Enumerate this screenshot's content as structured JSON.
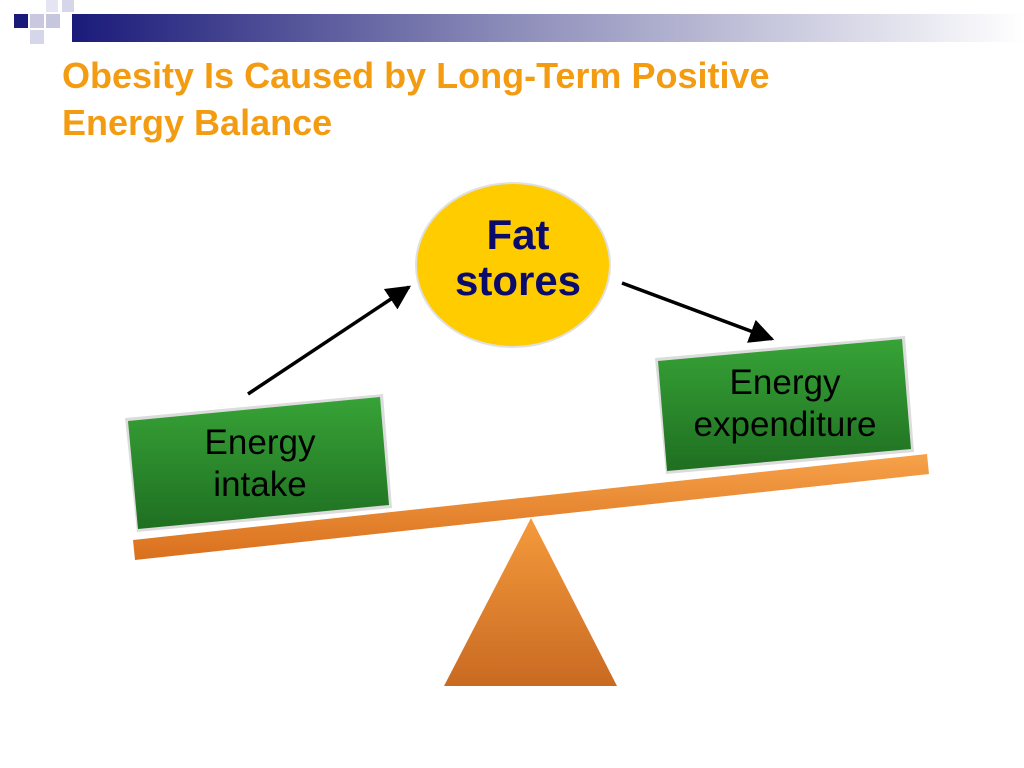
{
  "title": {
    "line1": "Obesity Is Caused by Long-Term Positive",
    "line2": "Energy Balance"
  },
  "diagram": {
    "fat_stores": {
      "line1": "Fat",
      "line2": "stores",
      "color": "#ffcc00"
    },
    "energy_intake": {
      "line1": "Energy",
      "line2": "intake"
    },
    "energy_expenditure": {
      "line1": "Energy",
      "line2": "expenditure"
    },
    "box_color": "#2e8b2e",
    "beam_color": "#f0882a",
    "fulcrum_color": "#e8852c"
  },
  "colors": {
    "title": "#f39c12",
    "header_band_start": "#1a1a7a",
    "accent_navy": "#0b0b6b"
  }
}
